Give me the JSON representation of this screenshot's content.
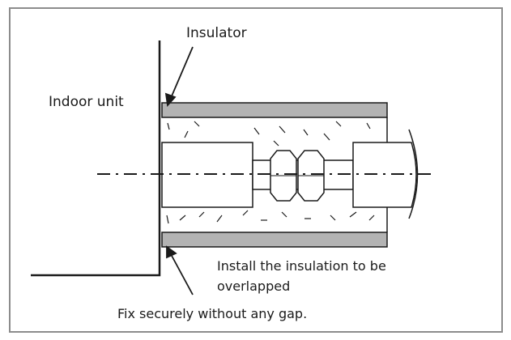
{
  "labels": {
    "insulator": "Insulator",
    "indoor_unit": "Indoor unit",
    "install_line1": "Install the insulation to be",
    "install_line2": "overlapped",
    "fix_note": "Fix securely without any gap."
  },
  "colors": {
    "frame": "#8c8c8c",
    "line": "#1a1a1a",
    "insulation_band": "#b3b3b3",
    "background": "#ffffff"
  }
}
